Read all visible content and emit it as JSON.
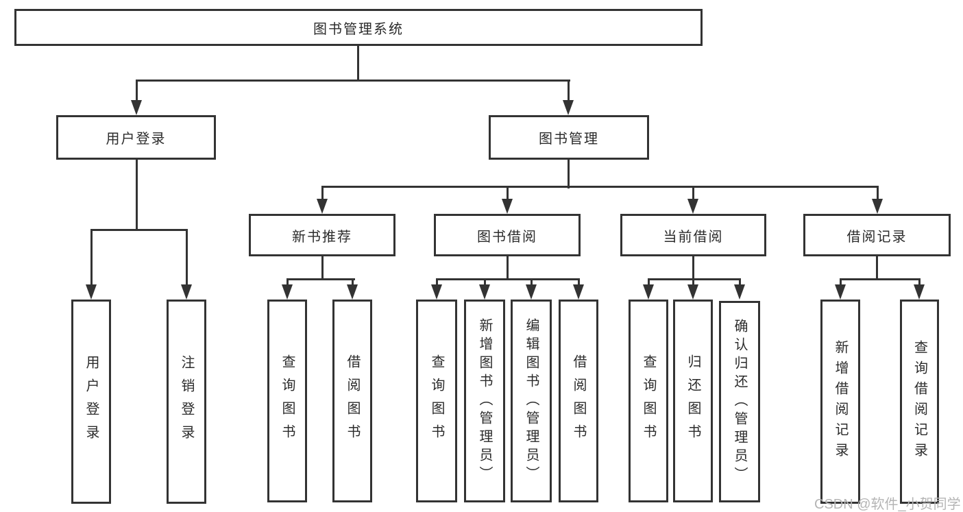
{
  "diagram": {
    "type": "hierarchy-flowchart",
    "root": "图书管理系统",
    "level1": [
      {
        "label": "用户登录",
        "children": [
          "用户登录",
          "注销登录"
        ]
      },
      {
        "label": "图书管理"
      }
    ],
    "level2": [
      {
        "label": "新书推荐",
        "children": [
          "查询图书",
          "借阅图书"
        ]
      },
      {
        "label": "图书借阅",
        "children": [
          "查询图书",
          "新增图书（管理员）",
          "编辑图书（管理员）",
          "借阅图书"
        ]
      },
      {
        "label": "当前借阅",
        "children": [
          "查询图书",
          "归还图书",
          "确认归还（管理员）"
        ]
      },
      {
        "label": "借阅记录",
        "children": [
          "新增借阅记录",
          "查询借阅记录"
        ]
      }
    ],
    "colors": {
      "line": "#333333",
      "text": "#2b2b2b",
      "background": "#ffffff",
      "watermark": "#b5b5b5"
    }
  },
  "watermark": "CSDN @软件_小贺同学"
}
